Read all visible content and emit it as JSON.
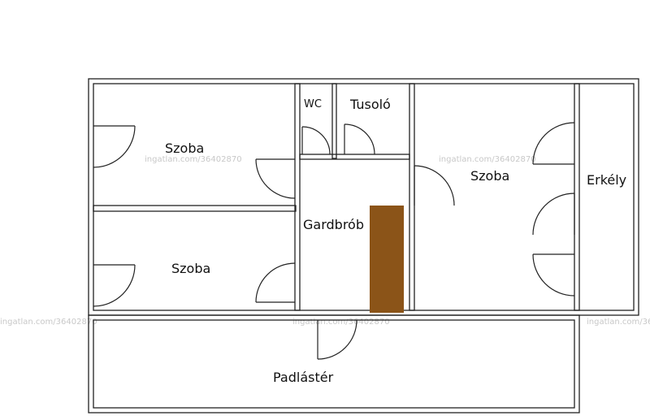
{
  "rooms": {
    "room_1": "Szoba",
    "room_2": "Szoba",
    "wc": "WC",
    "shower": "Tusoló",
    "wardrobe": "Gardbrób",
    "room_3": "Szoba",
    "balcony": "Erkély",
    "attic": "Padlástér"
  },
  "watermark": "ingatlan.com/36402870",
  "colors": {
    "wall": "#222222",
    "cabinet": "#8b5418",
    "watermark": "#c8c8c8"
  }
}
